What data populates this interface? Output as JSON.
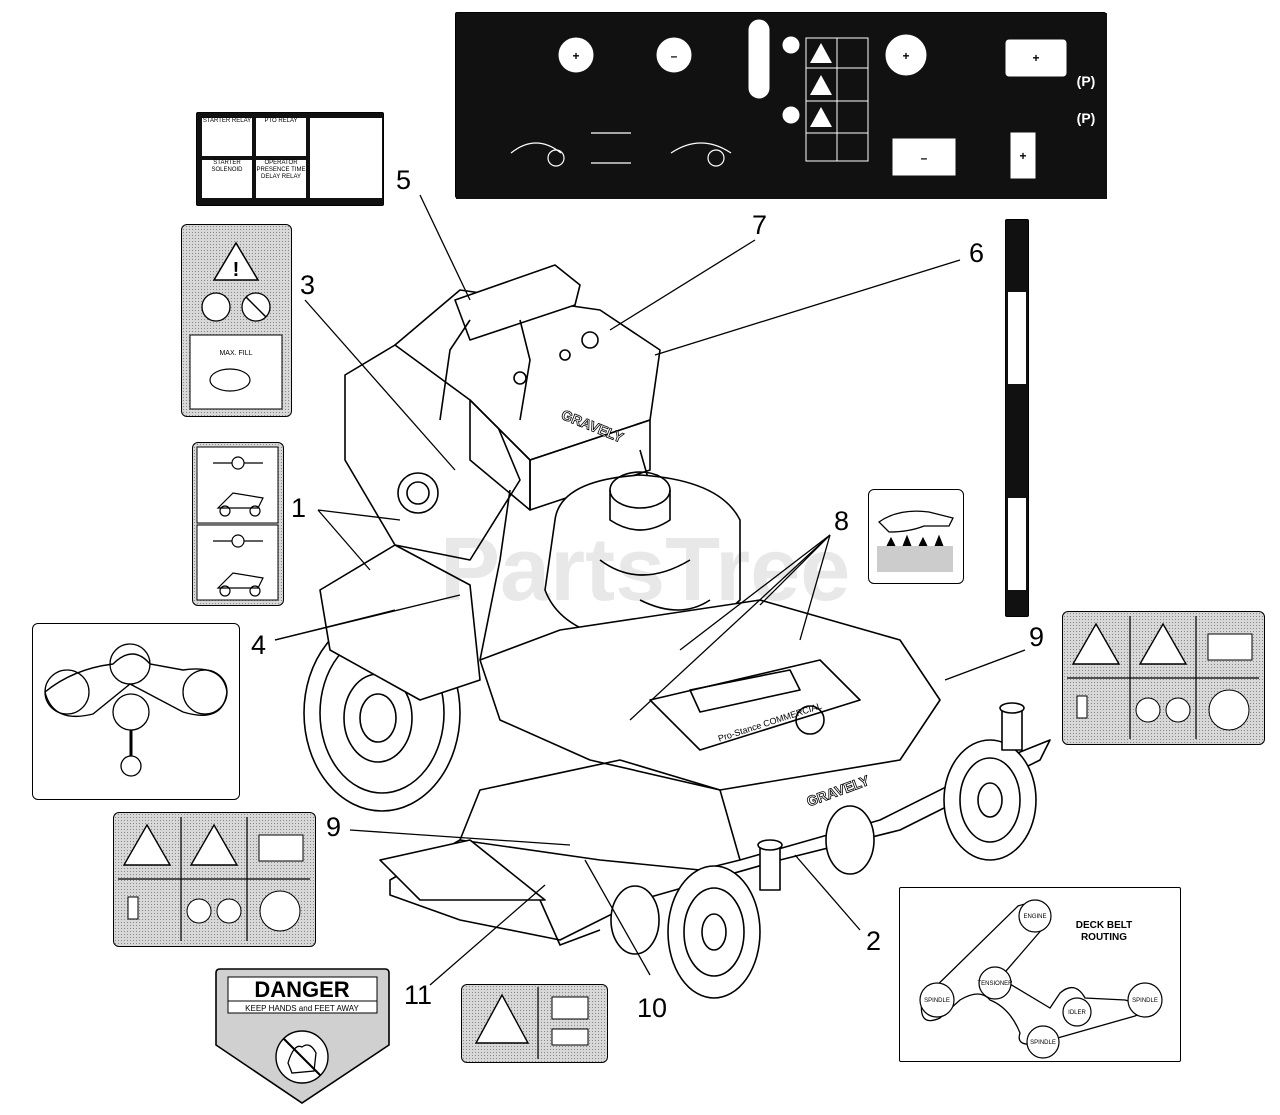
{
  "callouts": [
    {
      "id": "1",
      "label": "1"
    },
    {
      "id": "2",
      "label": "2"
    },
    {
      "id": "3",
      "label": "3"
    },
    {
      "id": "4",
      "label": "4"
    },
    {
      "id": "5",
      "label": "5"
    },
    {
      "id": "6",
      "label": "6"
    },
    {
      "id": "7",
      "label": "7"
    },
    {
      "id": "8",
      "label": "8"
    },
    {
      "id": "9a",
      "label": "9"
    },
    {
      "id": "9b",
      "label": "9"
    },
    {
      "id": "10",
      "label": "10"
    },
    {
      "id": "11",
      "label": "11"
    }
  ],
  "mower": {
    "brand_logo": "GRAVELY",
    "hood_logo": "GRAVELY",
    "deck_badge": "Pro-Stance COMMERCIAL"
  },
  "danger_decal": {
    "title": "DANGER",
    "subtitle": "KEEP HANDS and FEET AWAY"
  },
  "deck_belt_decal": {
    "title_line1": "DECK BELT",
    "title_line2": "ROUTING",
    "pulley_labels": [
      "ENGINE",
      "TENSIONER",
      "SPINDLE",
      "SPINDLE",
      "IDLER",
      "SPINDLE"
    ]
  },
  "control_panel": {
    "p_label_1": "(P)",
    "p_label_2": "(P)",
    "plus": "+",
    "minus": "–"
  },
  "oil_decal": {
    "caption": "MAX. FILL"
  },
  "relay_decal": {
    "cells": [
      "STARTER RELAY",
      "PTO RELAY",
      "STARTER SOLENOID",
      "OPERATOR PRESENCE TIME DELAY RELAY"
    ]
  },
  "watermark": "PartsTree",
  "icons": [
    "warning-triangle-icon",
    "hand-icon",
    "fire-icon",
    "plus-icon",
    "minus-icon"
  ]
}
